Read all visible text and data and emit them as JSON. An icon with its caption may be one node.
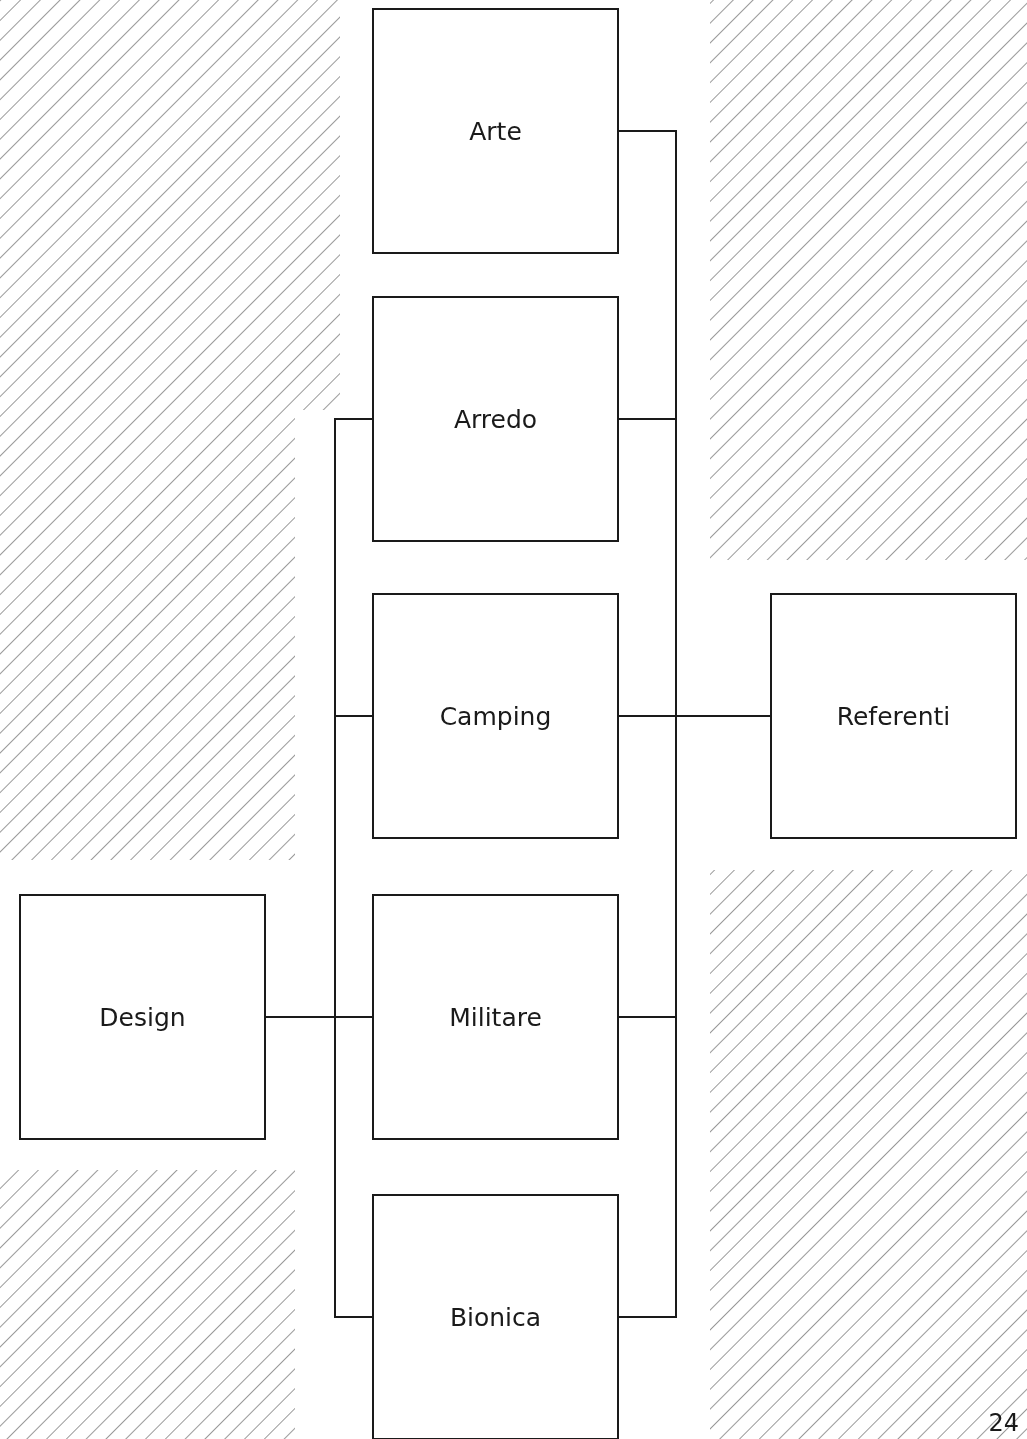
{
  "diagram": {
    "nodes": [
      {
        "text": [
          "Arte"
        ]
      },
      {
        "text": [
          "Arredo"
        ]
      },
      {
        "text": [
          "Camping"
        ]
      },
      {
        "text": [
          "Referenti"
        ]
      },
      {
        "text": [
          "Design"
        ]
      },
      {
        "text": [
          "Militare"
        ]
      },
      {
        "text": [
          "Bionica"
        ]
      }
    ],
    "edges": [
      {
        "from": 4,
        "to": 1,
        "arrow": "none"
      },
      {
        "from": 4,
        "to": 2,
        "arrow": "none"
      },
      {
        "from": 4,
        "to": 5,
        "arrow": "none"
      },
      {
        "from": 4,
        "to": 6,
        "arrow": "none"
      },
      {
        "from": 0,
        "to": 3,
        "arrow": "none"
      },
      {
        "from": 1,
        "to": 3,
        "arrow": "none"
      },
      {
        "from": 2,
        "to": 3,
        "arrow": "none"
      },
      {
        "from": 5,
        "to": 3,
        "arrow": "none"
      },
      {
        "from": 6,
        "to": 3,
        "arrow": "none"
      }
    ],
    "labels": [
      "24"
    ]
  }
}
